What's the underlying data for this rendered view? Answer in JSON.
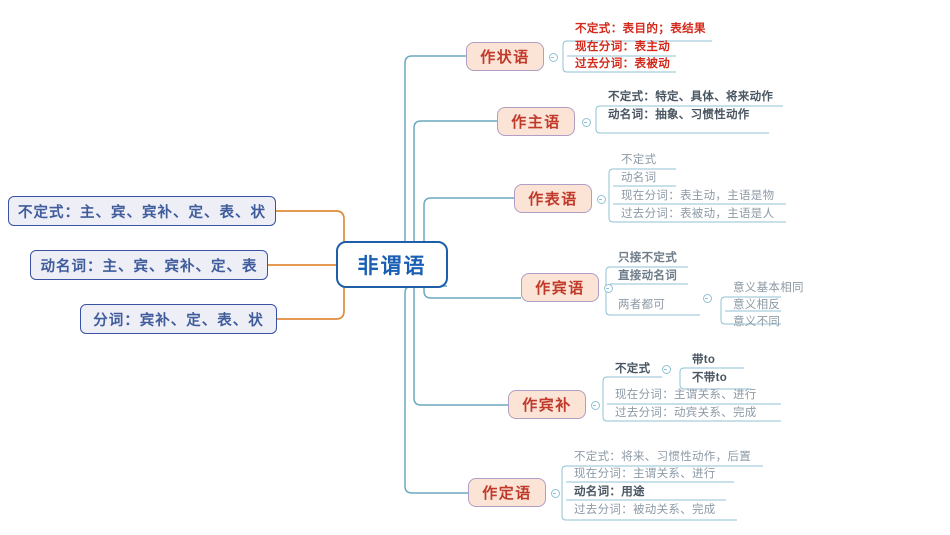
{
  "diagram": {
    "title": "非谓语",
    "center": {
      "label": "非谓语"
    },
    "left_branches": [
      {
        "label": "不定式：主、宾、宾补、定、表、状"
      },
      {
        "label": "动名词：主、宾、宾补、定、表"
      },
      {
        "label": "分词：宾补、定、表、状"
      }
    ],
    "right_branches": [
      {
        "label": "作状语",
        "children": [
          {
            "label": "不定式：表目的；表结果"
          },
          {
            "label": "现在分词：表主动"
          },
          {
            "label": "过去分词：表被动"
          }
        ]
      },
      {
        "label": "作主语",
        "children": [
          {
            "label": "不定式：特定、具体、将来动作"
          },
          {
            "label": "动名词：抽象、习惯性动作"
          }
        ]
      },
      {
        "label": "作表语",
        "children": [
          {
            "label": "不定式"
          },
          {
            "label": "动名词"
          },
          {
            "label": "现在分词：表主动，主语是物"
          },
          {
            "label": "过去分词：表被动，主语是人"
          }
        ]
      },
      {
        "label": "作宾语",
        "children": [
          {
            "label": "只接不定式"
          },
          {
            "label": "直接动名词"
          },
          {
            "label": "两者都可",
            "children": [
              {
                "label": "意义基本相同"
              },
              {
                "label": "意义相反"
              },
              {
                "label": "意义不同"
              }
            ]
          }
        ]
      },
      {
        "label": "作宾补",
        "children": [
          {
            "label": "不定式",
            "children": [
              {
                "label": "带to"
              },
              {
                "label": "不带to"
              }
            ]
          },
          {
            "label": "现在分词：主谓关系、进行"
          },
          {
            "label": "过去分词：动宾关系、完成"
          }
        ]
      },
      {
        "label": "作定语",
        "children": [
          {
            "label": "不定式：将来、习惯性动作，后置"
          },
          {
            "label": "现在分词：主谓关系、进行"
          },
          {
            "label": "动名词：用途"
          },
          {
            "label": "过去分词：被动关系、完成"
          }
        ]
      }
    ],
    "colors": {
      "center_border": "#1f5fa9",
      "center_text": "#1a5fb4",
      "left_fill": "#eeeef7",
      "left_border": "#3a52a4",
      "left_text": "#3f5c9b",
      "branch_fill": "#fbe4d5",
      "branch_border": "#b09ec4",
      "branch_text": "#c0392b",
      "left_connector": "#e08c3a",
      "right_connector": "#6aa9c0",
      "leaf_text": "#8d9aa6",
      "leaf_red": "#d42a1c",
      "leaf_dark": "#4a5662"
    }
  }
}
